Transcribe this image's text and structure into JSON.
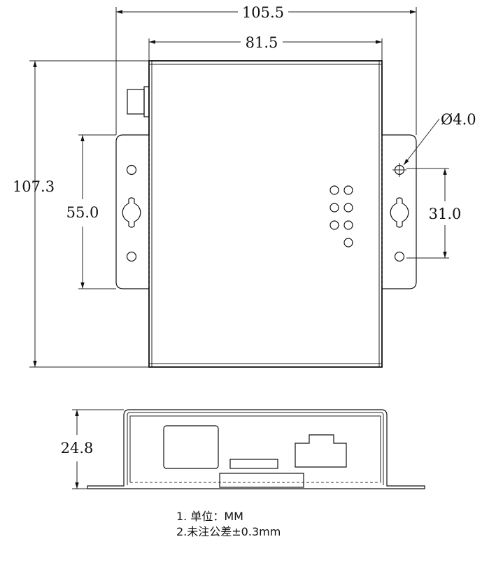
{
  "dimensions": {
    "overall_width": "105.5",
    "body_width": "81.5",
    "overall_height": "107.3",
    "flange_height": "55.0",
    "hole_diameter": "Ø4.0",
    "hole_spacing": "31.0",
    "side_height": "24.8"
  },
  "notes": [
    "1. 单位：MM",
    "2.未注公差±0.3mm"
  ]
}
